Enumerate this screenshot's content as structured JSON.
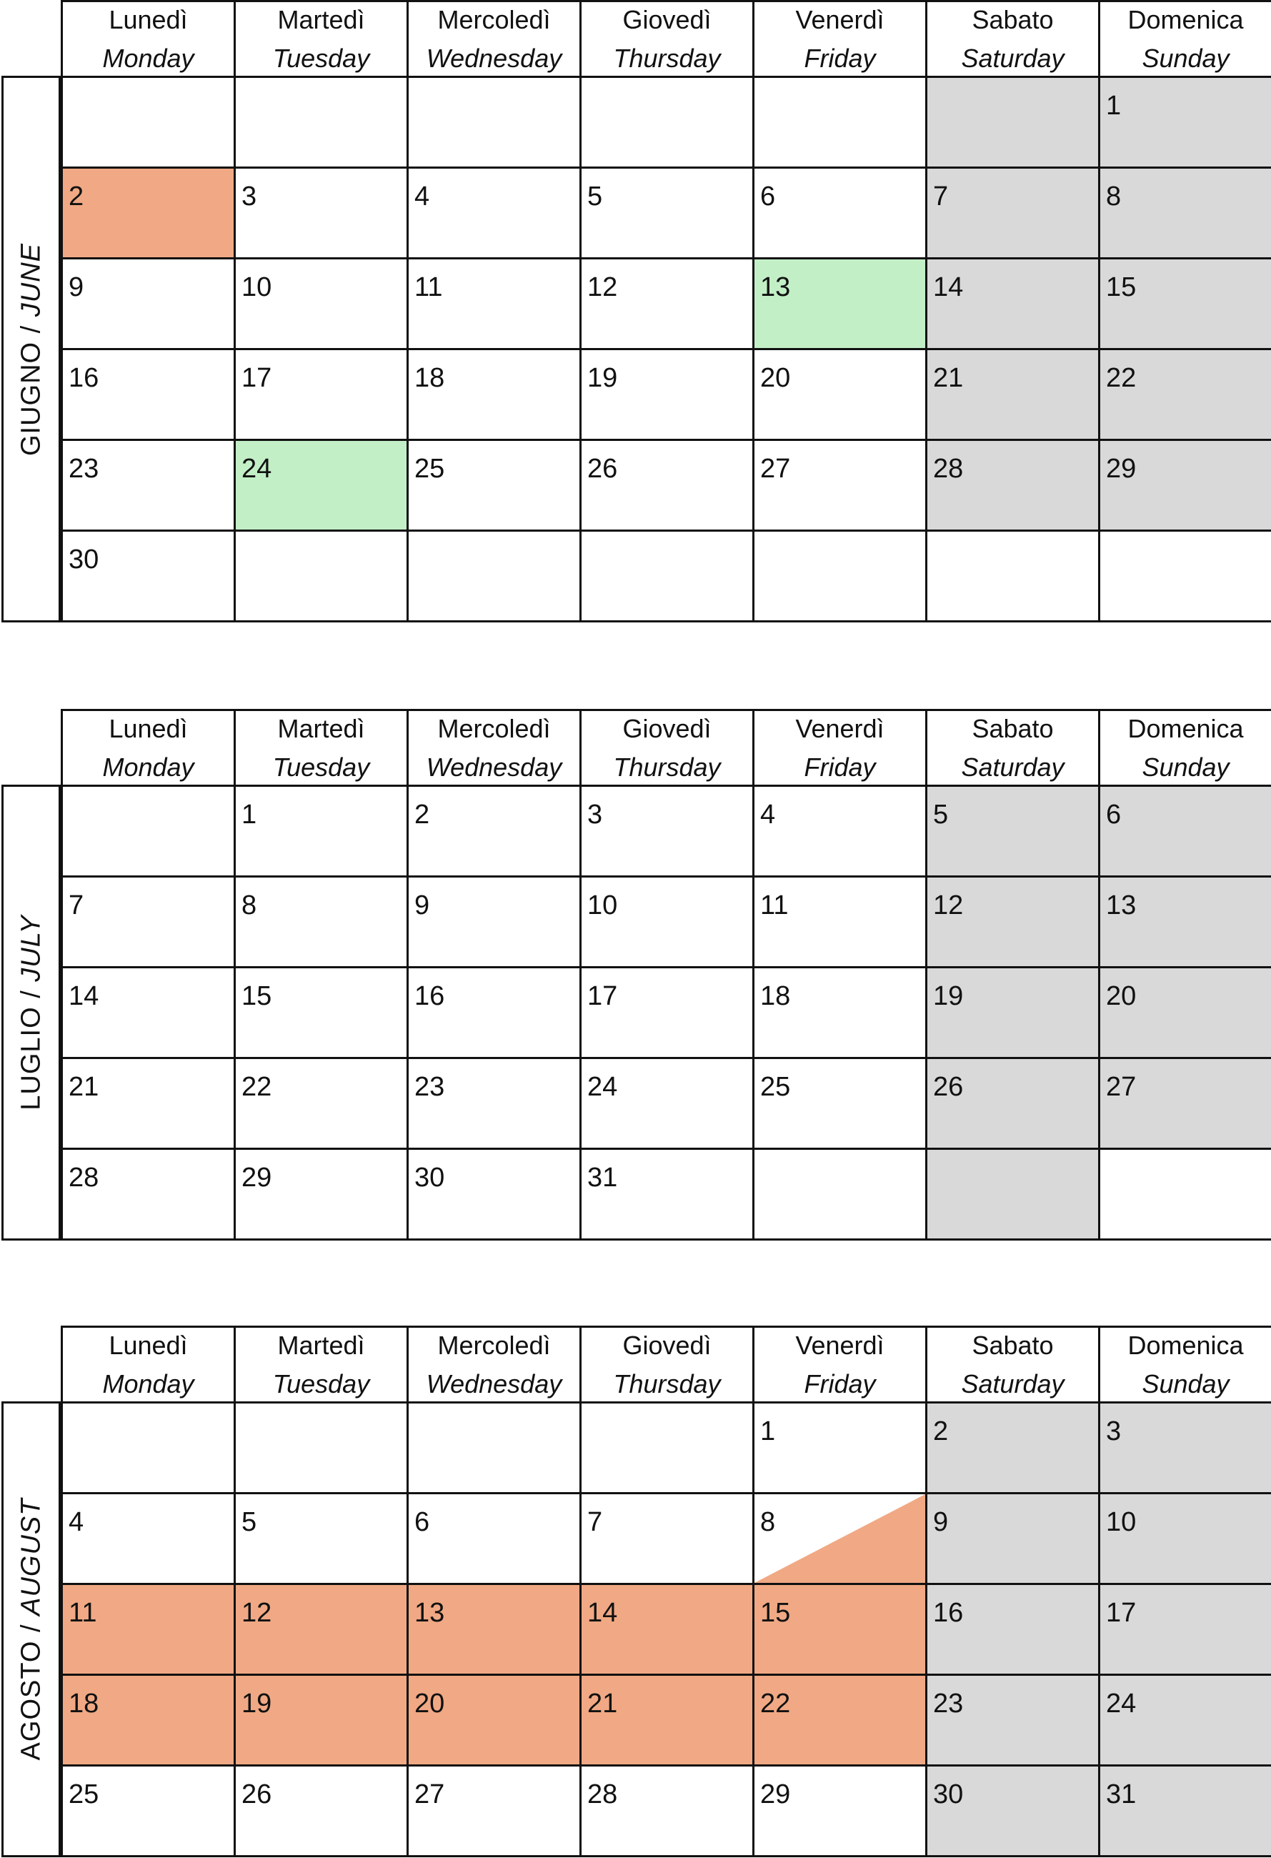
{
  "weekdays": [
    {
      "it": "Lunedì",
      "en": "Monday"
    },
    {
      "it": "Martedì",
      "en": "Tuesday"
    },
    {
      "it": "Mercoledì",
      "en": "Wednesday"
    },
    {
      "it": "Giovedì",
      "en": "Thursday"
    },
    {
      "it": "Venerdì",
      "en": "Friday"
    },
    {
      "it": "Sabato",
      "en": "Saturday"
    },
    {
      "it": "Domenica",
      "en": "Sunday"
    }
  ],
  "colors": {
    "weekend": "#d9d9d9",
    "orange": "#f0a984",
    "green": "#c3efc7"
  },
  "months": [
    {
      "label_it": "GIUGNO / ",
      "label_en": "JUNE",
      "rows": [
        [
          "",
          "",
          "",
          "",
          "",
          "",
          "1"
        ],
        [
          "2",
          "3",
          "4",
          "5",
          "6",
          "7",
          "8"
        ],
        [
          "9",
          "10",
          "11",
          "12",
          "13",
          "14",
          "15"
        ],
        [
          "16",
          "17",
          "18",
          "19",
          "20",
          "21",
          "22"
        ],
        [
          "23",
          "24",
          "25",
          "26",
          "27",
          "28",
          "29"
        ],
        [
          "30",
          "",
          "",
          "",
          "",
          "",
          ""
        ]
      ],
      "highlights": {
        "orange": [
          "2"
        ],
        "green": [
          "13",
          "24"
        ],
        "half_orange": []
      },
      "weekend_rows": 5
    },
    {
      "label_it": "LUGLIO / ",
      "label_en": "JULY",
      "rows": [
        [
          "",
          "1",
          "2",
          "3",
          "4",
          "5",
          "6"
        ],
        [
          "7",
          "8",
          "9",
          "10",
          "11",
          "12",
          "13"
        ],
        [
          "14",
          "15",
          "16",
          "17",
          "18",
          "19",
          "20"
        ],
        [
          "21",
          "22",
          "23",
          "24",
          "25",
          "26",
          "27"
        ],
        [
          "28",
          "29",
          "30",
          "31",
          "",
          "",
          ""
        ]
      ],
      "highlights": {
        "orange": [],
        "green": [],
        "half_orange": []
      },
      "weekend_rows": 4,
      "extra_gray": [
        [
          4,
          5
        ]
      ]
    },
    {
      "label_it": "AGOSTO / ",
      "label_en": "AUGUST",
      "rows": [
        [
          "",
          "",
          "",
          "",
          "1",
          "2",
          "3"
        ],
        [
          "4",
          "5",
          "6",
          "7",
          "8",
          "9",
          "10"
        ],
        [
          "11",
          "12",
          "13",
          "14",
          "15",
          "16",
          "17"
        ],
        [
          "18",
          "19",
          "20",
          "21",
          "22",
          "23",
          "24"
        ],
        [
          "25",
          "26",
          "27",
          "28",
          "29",
          "30",
          "31"
        ]
      ],
      "highlights": {
        "orange": [
          "11",
          "12",
          "13",
          "14",
          "15",
          "18",
          "19",
          "20",
          "21",
          "22"
        ],
        "green": [],
        "half_orange": [
          "8"
        ]
      },
      "weekend_rows": 5
    }
  ]
}
